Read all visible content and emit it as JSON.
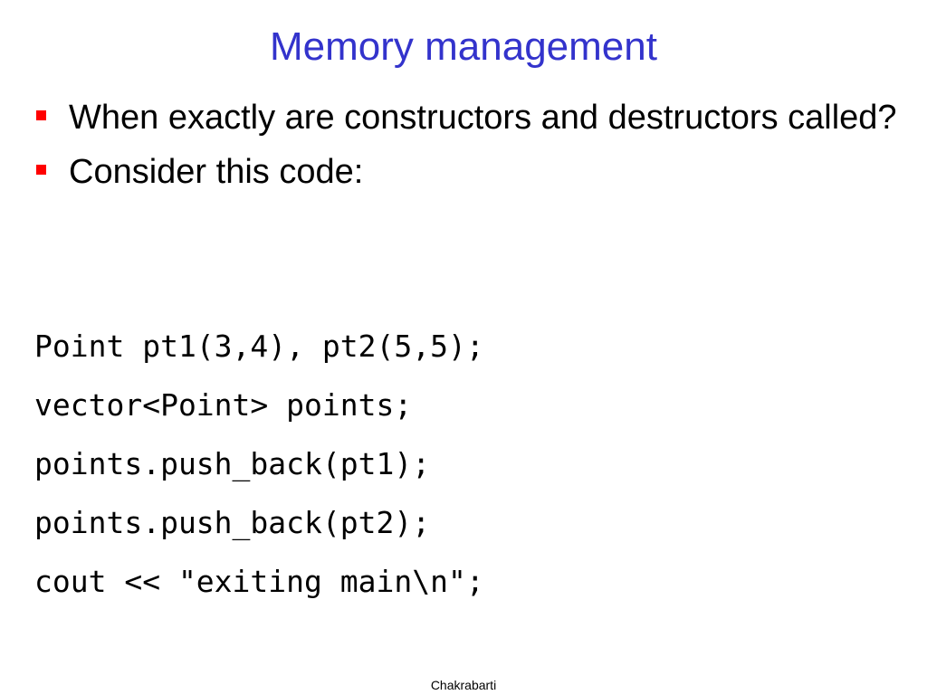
{
  "slide": {
    "title": "Memory management",
    "bullets": [
      "When exactly are constructors and destructors called?",
      "Consider this code:"
    ],
    "code_lines": [
      "Point pt1(3,4), pt2(5,5);",
      "vector<Point> points;",
      "points.push_back(pt1);",
      "points.push_back(pt2);",
      "cout << \"exiting main\\n\";"
    ],
    "footer": "Chakrabarti",
    "colors": {
      "title": "#3333cc",
      "bullet_marker": "#ff0000",
      "text": "#000000",
      "background": "#ffffff"
    }
  }
}
